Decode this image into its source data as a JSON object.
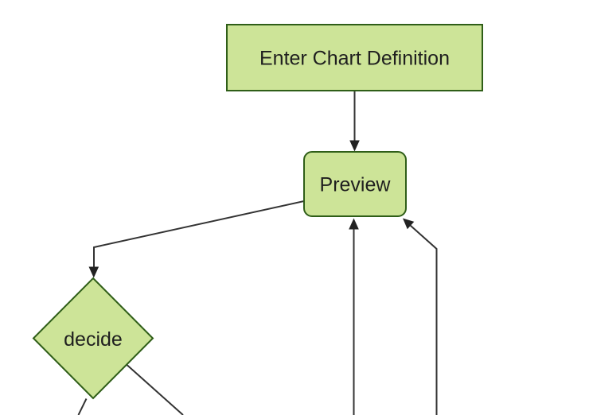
{
  "diagram": {
    "type": "flowchart",
    "nodes": [
      {
        "id": "enter-chart-definition",
        "label": "Enter Chart Definition",
        "shape": "rectangle"
      },
      {
        "id": "preview",
        "label": "Preview",
        "shape": "rounded-rectangle"
      },
      {
        "id": "decide",
        "label": "decide",
        "shape": "diamond"
      }
    ],
    "edges": [
      {
        "from": "enter-chart-definition",
        "to": "preview",
        "arrow": true
      },
      {
        "from": "preview",
        "to": "decide",
        "arrow": true
      },
      {
        "from": "decide",
        "to": "offscreen-bottom-left",
        "arrow": false
      },
      {
        "from": "decide",
        "to": "offscreen-bottom-right",
        "arrow": false
      },
      {
        "from": "offscreen-bottom",
        "to": "preview",
        "arrow": true
      },
      {
        "from": "offscreen-bottom-right",
        "to": "preview",
        "arrow": true
      }
    ],
    "colors": {
      "background": "#ffffff",
      "node_fill": "#cde498",
      "node_border": "#2f5e18",
      "edge_color": "#333333",
      "arrowhead_color": "#222222",
      "text_color": "#1f1f1f"
    }
  }
}
